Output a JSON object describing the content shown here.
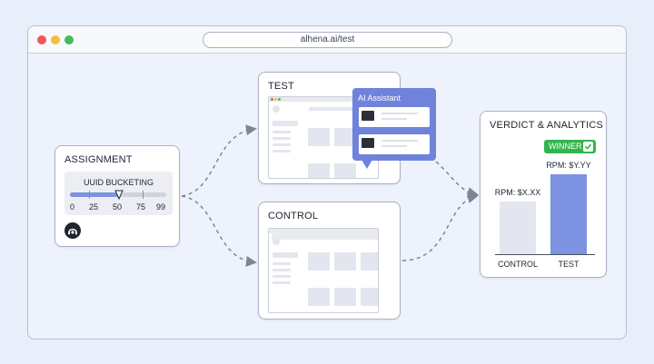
{
  "browser": {
    "url": "alhena.ai/test"
  },
  "assignment": {
    "title": "ASSIGNMENT",
    "bucketing_label": "UUID BUCKETING",
    "scale_labels": [
      "0",
      "25",
      "50",
      "75",
      "99"
    ],
    "split_point": 50,
    "scale_min": 0,
    "scale_max": 99
  },
  "test": {
    "title": "TEST",
    "ai_assistant_label": "AI Assistant"
  },
  "control": {
    "title": "CONTROL"
  },
  "verdict": {
    "title": "VERDICT & ANALYTICS",
    "winner_label": "WINNER"
  },
  "chart_data": {
    "type": "bar",
    "categories": [
      "CONTROL",
      "TEST"
    ],
    "value_labels": [
      "RPM: $X.XX",
      "RPM: $Y.YY"
    ],
    "relative_heights": [
      0.66,
      1.0
    ],
    "winner": "TEST"
  },
  "colors": {
    "accent": "#6f83dc",
    "winner": "#33b54e",
    "control_bar": "#e3e6ee",
    "test_bar": "#7d92e0",
    "background": "#e9eefb"
  }
}
